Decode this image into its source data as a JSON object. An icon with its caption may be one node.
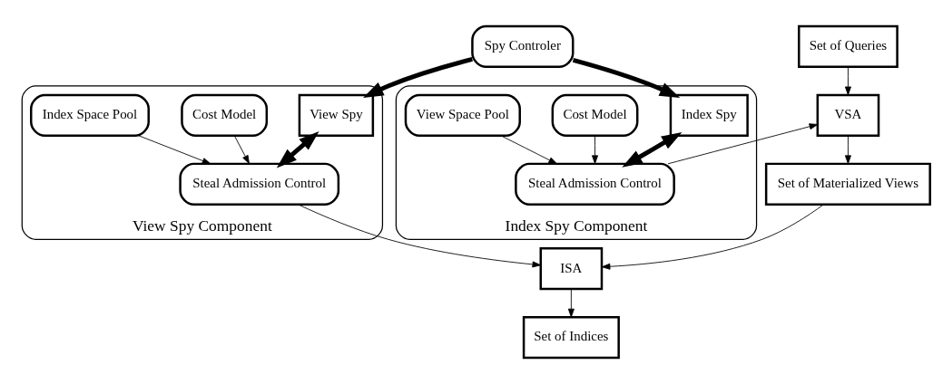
{
  "diagram": {
    "nodes": [
      {
        "text": [
          "Spy Controler"
        ]
      },
      {
        "text": [
          "View Spy Component"
        ]
      },
      {
        "text": [
          "View Spy"
        ],
        "in": 1
      },
      {
        "text": [
          "Cost Model"
        ],
        "in": 1
      },
      {
        "text": [
          "Index Space Pool"
        ],
        "in": 1
      },
      {
        "text": [
          "Steal Admission Control"
        ],
        "in": 1
      },
      {
        "text": [
          "Set of Queries"
        ]
      },
      {
        "text": [
          "VSA"
        ]
      },
      {
        "text": [
          "Set of Materialized Views"
        ]
      },
      {
        "text": [
          "ISA"
        ]
      },
      {
        "text": [
          "Set of Indices"
        ]
      },
      {
        "text": [
          "Index Spy Component"
        ]
      },
      {
        "text": [
          "Index Spy"
        ],
        "in": 11
      },
      {
        "text": [
          "Cost Model"
        ],
        "in": 11
      },
      {
        "text": [
          "View Space Pool"
        ],
        "in": 11
      },
      {
        "text": [
          "Steal Admission Control"
        ],
        "in": 11
      }
    ],
    "edges": [
      {
        "from": 0,
        "to": 2,
        "arrow": "to",
        "style": "thick"
      },
      {
        "from": 0,
        "to": 12,
        "arrow": "to",
        "style": "thick"
      },
      {
        "from": 2,
        "to": 5,
        "arrow": "both",
        "style": "thick"
      },
      {
        "from": 3,
        "to": 5,
        "arrow": "to"
      },
      {
        "from": 4,
        "to": 5,
        "arrow": "to"
      },
      {
        "from": 5,
        "to": 9,
        "arrow": "to"
      },
      {
        "from": 6,
        "to": 7,
        "arrow": "to"
      },
      {
        "from": 7,
        "to": 8,
        "arrow": "to"
      },
      {
        "from": 8,
        "to": 9,
        "arrow": "to"
      },
      {
        "from": 9,
        "to": 10,
        "arrow": "to"
      },
      {
        "from": 15,
        "to": 7,
        "arrow": "to"
      },
      {
        "from": 12,
        "to": 15,
        "arrow": "both",
        "style": "thick"
      },
      {
        "from": 13,
        "to": 15,
        "arrow": "to"
      },
      {
        "from": 14,
        "to": 15,
        "arrow": "to"
      }
    ]
  }
}
